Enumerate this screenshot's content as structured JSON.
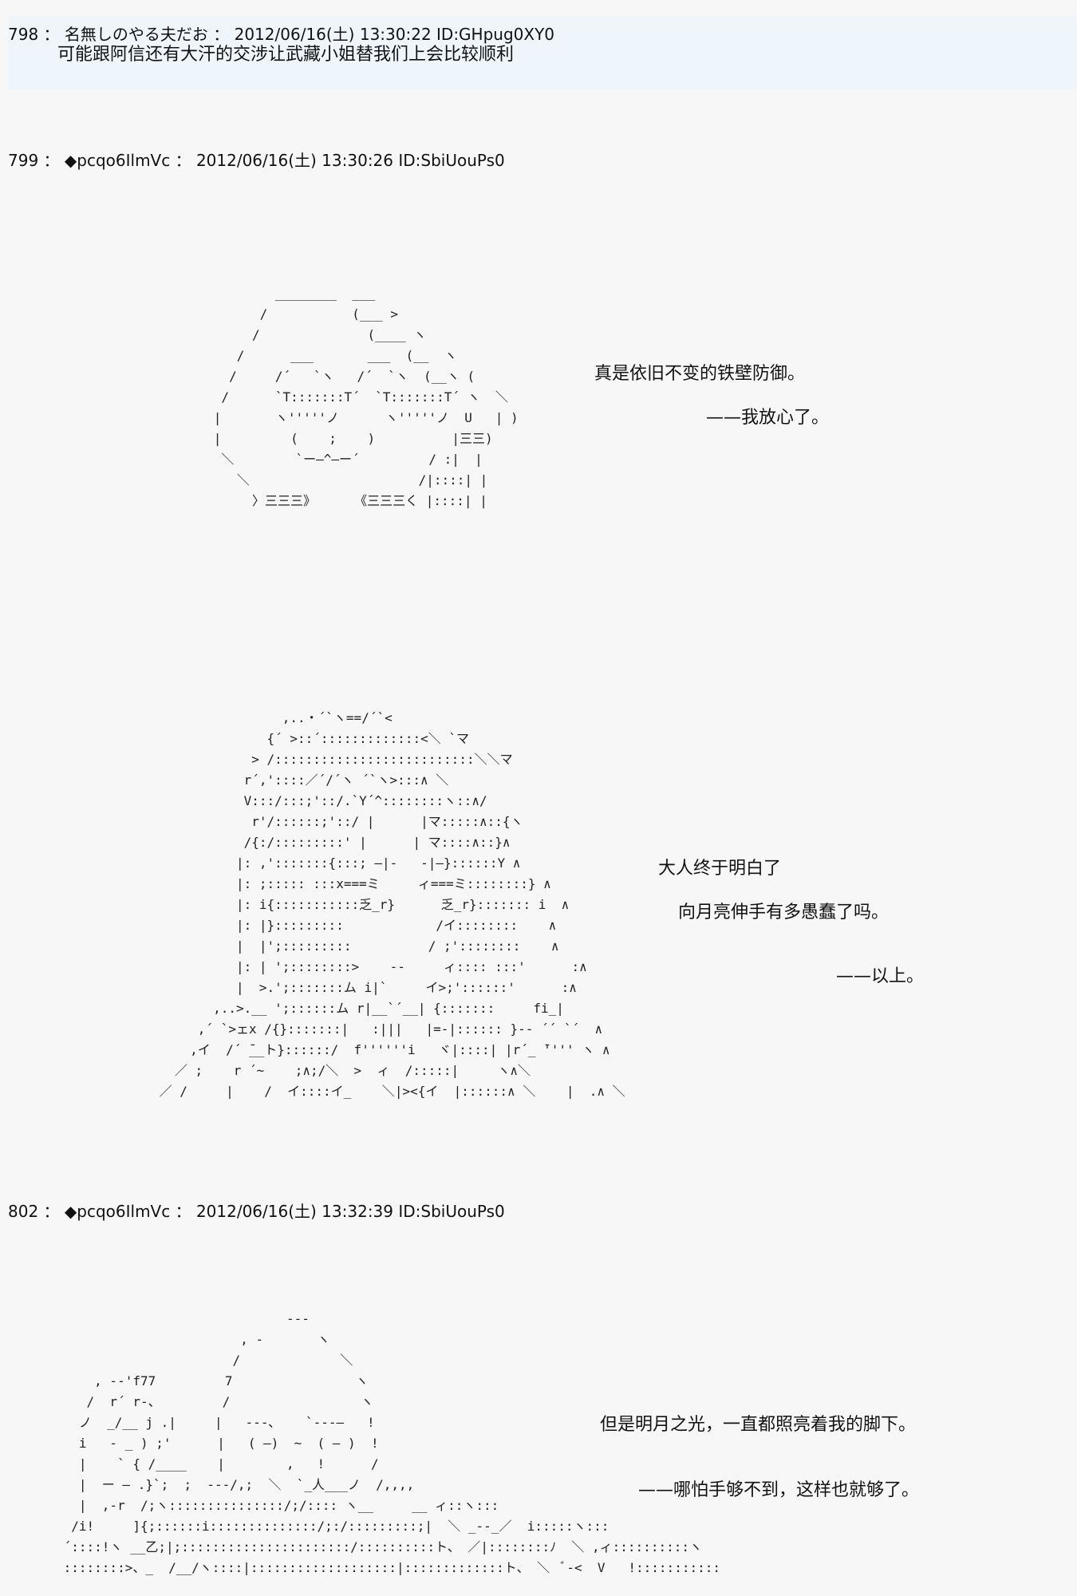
{
  "posts": [
    {
      "header": "798 ： 名無しのやる夫だお ： 2012/06/16(土) 13:30:22 ID:GHpug0XY0",
      "text": "可能跟阿信还有大汗的交涉让武藏小姐替我们上会比较顺利"
    },
    {
      "header": "799 ： ◆pcqo6IlmVc ： 2012/06/16(土) 13:30:26 ID:SbiUouPs0",
      "lines": [
        "真是依旧不变的铁壁防御。",
        "——我放心了。"
      ],
      "lines2": [
        "大人终于明白了",
        "向月亮伸手有多愚蠢了吗。",
        "——以上。"
      ]
    },
    {
      "header": "802 ： ◆pcqo6IlmVc ： 2012/06/16(土) 13:32:39 ID:SbiUouPs0",
      "lines": [
        "但是明月之光，一直都照亮着我的脚下。",
        "——哪怕手够不到，这样也就够了。"
      ]
    }
  ],
  "ascii_art": {
    "art1": "              ________  ___ \n            /           (___ >\n           /              (____ ヽ\n         /      ___       ___  (__  ヽ\n        /     /´   `ヽ   /´  `ヽ  (__ヽ (\n       /      `T:::::::T´  `T:::::::T´ ヽ  ＼\n      |       ヽ'''''ノ      ヽ'''''ノ  U   | )\n      |         (    ;    )          |三三)\n       ＼        `ー―^―ー´         / :|  |\n         ＼                      /|::::| |\n           〉三三三》     《三三三く |::::| |",
    "art2": "                 ,..・´`ヽ==/´`<\n               {´ >::´:::::::::::::<＼ `マ\n             > /::::::::::::::::::::::::::＼＼マ\n            r´,'::::／´/´ヽ ´`ヽ>:::∧ ＼\n            V:::/:::;'::/.`Y´^::::::::ヽ::∧/\n             r'/::::::;'::/ |      |マ:::::∧::{ヽ\n            /{:/:::::::::' |      | マ::::∧::}∧\n           |: ,':::::::{:::; ―|-   -|―}::::::Y ∧\n           |: ;::::: :::x===ミ     ィ===ミ::::::::} ∧\n           |: i{:::::::::::乏_r}      乏_r}::::::: i  ∧\n           |: |}:::::::::            /イ::::::::    ∧\n           |  |';:::::::::          / ;'::::::::    ∧\n           |: | ';::::::::>    --     ィ:::: :::'      :∧\n           |  >.';:::::::ム i|`     イ>;'::::::'      :∧\n        ,..>.__ ';::::::ム r|__`´__| {:::::::     fi_|\n      ,´ `>ェx /{}:::::::|   :|||   |=-|:::::: }-- ´´ `´  ∧\n     ,イ  /´ ̄__ト}::::::/  f''''''i   ヾ|::::| |r´_ ̄'''' ヽ ∧\n   ／ ;    r ´~    ;∧;/＼  >  ィ  /:::::|     ヽ∧＼\n ／ /     |    /  イ::::イ_    ＼|><{イ  |::::::∧ ＼    |  .∧ ＼",
    "art3": "                              ---\n                        , -       ヽ\n                       /             ＼\n     , --'f77         7                ヽ\n    /  r´ r-、        /                 ヽ\n   ノ  _/__ j .|     |   ---､    `---―   !\n   i   - _ ) ;'      |   ( ―)  ~  ( ― )  !\n   |    ` { /____    |        ,   !      /\n   |  ー ― .}`;  ;  ---/,;  ＼  `_人___ノ  /,,,,\n   |  ,-r  /;ヽ:::::::::::::::/;/:::: ヽ__     __ ィ::ヽ:::\n  /i!     ]{;::::::i::::::::::::::/;:/:::::::::;|  ＼ _--_／  i:::::ヽ:::\n ´::::!ヽ __乙;|;::::::::::::::::::::::/::::::::::ト、 ／|::::::::ﾉ  ＼ ,ィ::::::::::ヽ\n ::::::::>、_  /__/ヽ::::|:::::::::::::::::::|:::::::::::::ト、 ＼  ﾞ-<  V   !:::::::::::"
  }
}
